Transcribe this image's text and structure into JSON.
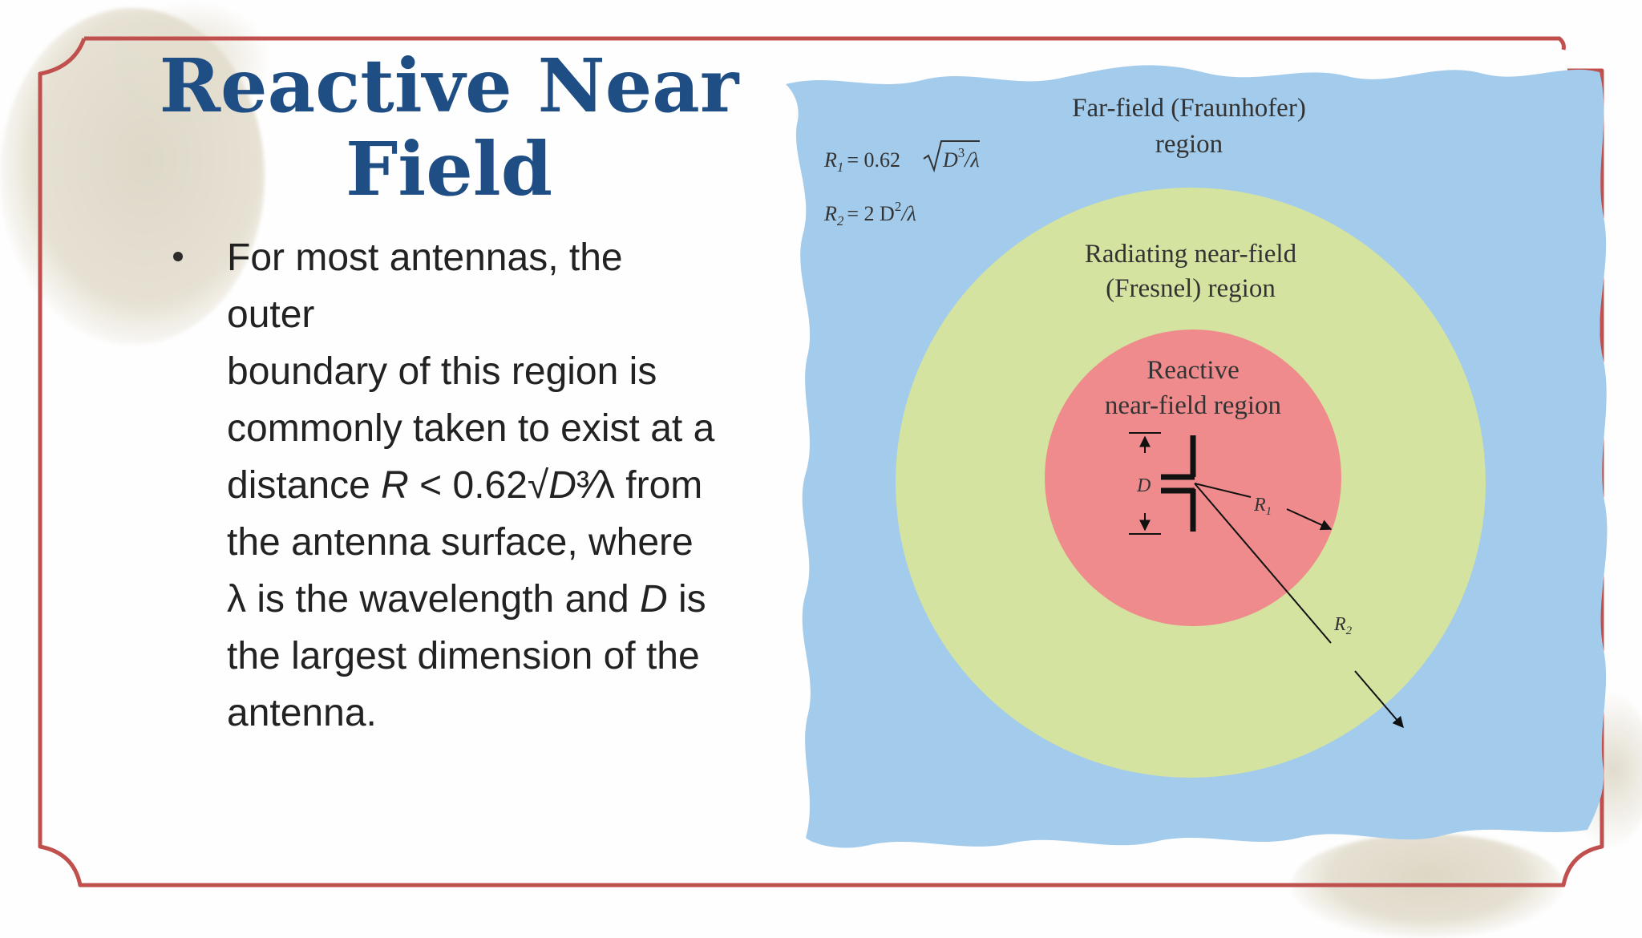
{
  "slide": {
    "title_line1": "Reactive Near",
    "title_line2": "Field",
    "bullet": {
      "line1": "For most antennas, the",
      "line2": "outer",
      "line3": "boundary of this region is",
      "line4": "commonly taken to exist at a",
      "line5_pre": "distance ",
      "line5_R": "R",
      "line5_mid": " < 0.62√",
      "line5_D": "D",
      "line5_post": "³⁄λ from",
      "line6": "the antenna surface, where",
      "line7_pre": "λ is the wavelength and ",
      "line7_D": "D",
      "line7_post": " is",
      "line8": "the largest dimension of the",
      "line9": "antenna."
    }
  },
  "diagram": {
    "far_field_label_1": "Far-field (Fraunhofer)",
    "far_field_label_2": "region",
    "radiating_label_1": "Radiating near-field",
    "radiating_label_2": "(Fresnel) region",
    "reactive_label_1": "Reactive",
    "reactive_label_2": "near-field region",
    "formula_r1_lhs": "R",
    "formula_r1_sub": "1",
    "formula_r1_rhs": "= 0.62",
    "formula_r1_radicand": "D",
    "formula_r1_exp": "3",
    "formula_r1_tail": "/λ",
    "formula_r2_lhs": "R",
    "formula_r2_sub": "2",
    "formula_r2_rhs": "= 2 D",
    "formula_r2_exp": "2",
    "formula_r2_tail": "/λ",
    "label_D": "D",
    "label_R1": "R",
    "label_R1_sub": "1",
    "label_R2": "R",
    "label_R2_sub": "2",
    "colors": {
      "far_field": "#a3cbeb",
      "radiating": "#d4e3a0",
      "reactive": "#ef8b8c"
    }
  },
  "theme": {
    "frame_color": "#c0504d",
    "title_color": "#1f4e85"
  }
}
